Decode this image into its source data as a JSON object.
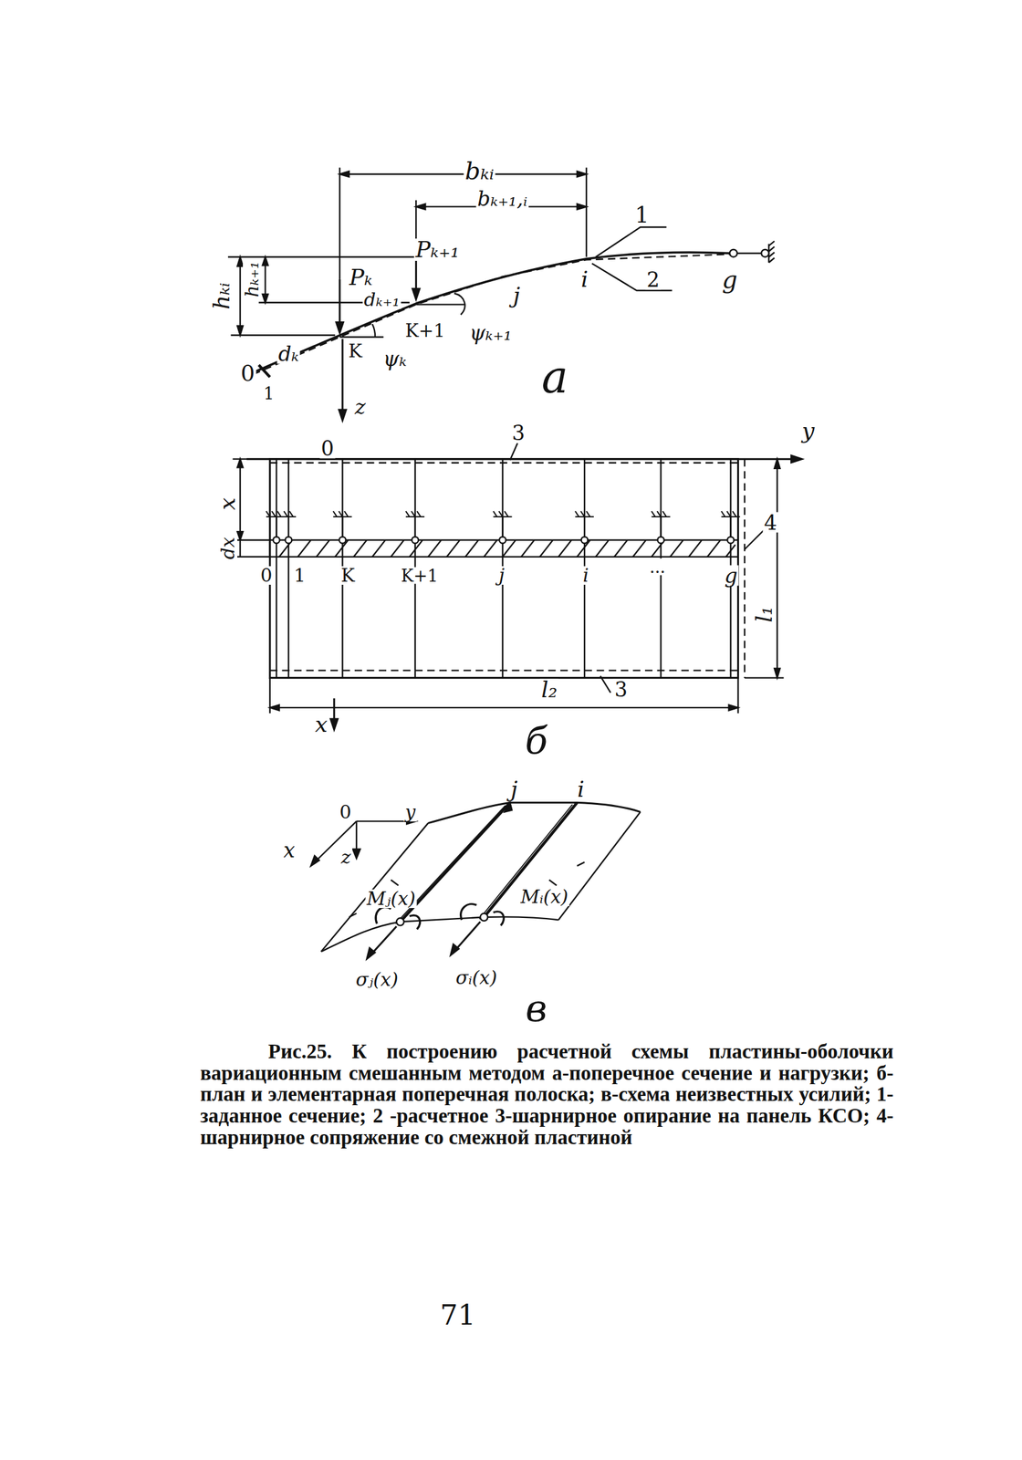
{
  "diagram": {
    "caption": "Рис.25. К построению расчетной схемы пластины-оболочки вариационным смешанным методом а-поперечное сечение и нагрузки; б-план и элементарная поперечная полоска; в-схема неизвестных усилий; 1-заданное сечение; 2 -расчетное 3-шарнирное опирание на панель КСО; 4-шарнирное сопряжение со смежной пластиной",
    "labels": [
      "bₖᵢ",
      "bₖ₊₁,ᵢ",
      "1",
      "Pₖ₊₁",
      "hₖᵢ",
      "hₖ₊₁",
      "Pₖ",
      "dₖ₊₁",
      "j",
      "i",
      "2",
      "g",
      "ψₖ₊₁",
      "K+1",
      "dₖ",
      "K",
      "ψₖ",
      "0",
      "1",
      "z",
      "а",
      "0",
      "3",
      "y",
      "x",
      "dx",
      "0",
      "1",
      "K",
      "K+1",
      "j",
      "i",
      "...",
      "g",
      "4",
      "l₁",
      "l₂",
      "3",
      "x",
      "б",
      "j",
      "i",
      "0",
      "y",
      "x",
      "z",
      "Mⱼ(x)",
      "Mᵢ(x)",
      "σⱼ(x)",
      "σᵢ(x)",
      "в",
      "71"
    ]
  }
}
